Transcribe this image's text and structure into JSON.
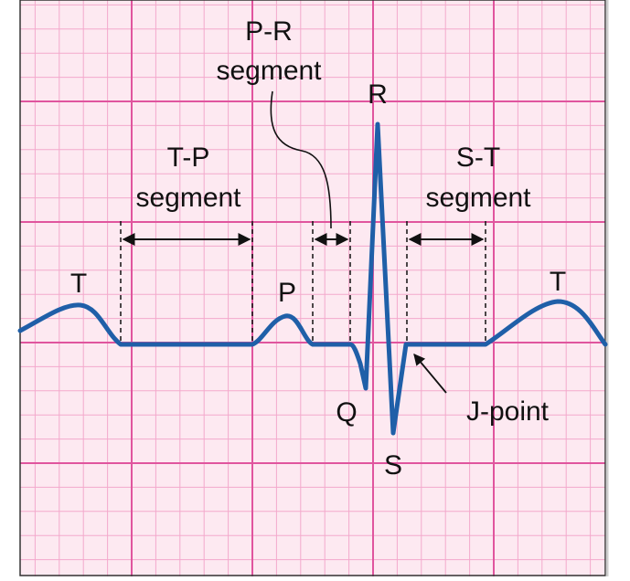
{
  "diagram": {
    "labels": {
      "t_left": "T",
      "t_right": "T",
      "p": "P",
      "q": "Q",
      "r": "R",
      "s": "S",
      "pr_line1": "P-R",
      "pr_line2": "segment",
      "tp_line1": "T-P",
      "tp_line2": "segment",
      "st_line1": "S-T",
      "st_line2": "segment",
      "j_point": "J-point"
    },
    "colors": {
      "grid_minor": "#f3a9cc",
      "grid_major": "#e0559e",
      "background": "#fde9f1",
      "waveform": "#1f5fa8",
      "annotation": "#111111"
    }
  }
}
